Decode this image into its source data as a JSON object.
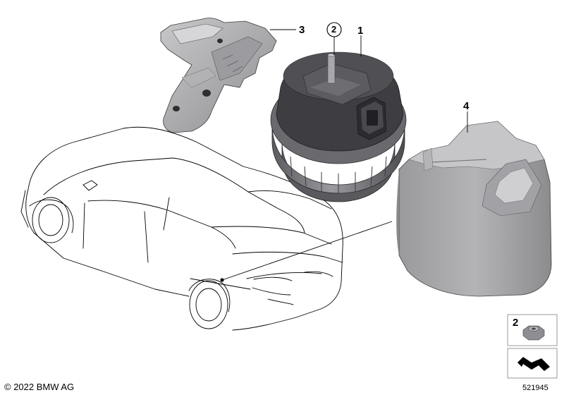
{
  "callouts": {
    "part1": "1",
    "part2_circled": "2",
    "part3": "3",
    "part4": "4",
    "legend_part2": "2"
  },
  "footer": {
    "copyright": "© 2022 BMW AG",
    "diagram_number": "521945"
  },
  "colors": {
    "part_dark": "#4a4a4e",
    "part_mid": "#8a8a8e",
    "part_light": "#c4c4c6",
    "outline": "#000000"
  }
}
